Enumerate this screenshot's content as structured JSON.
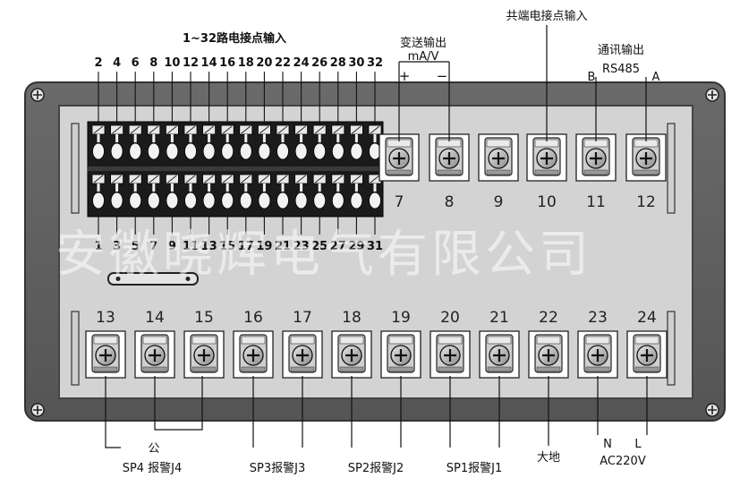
{
  "headers": {
    "dry_contact_input": "1~32路电接点输入",
    "common_contact": "共端电接点输入",
    "transmit_output": "变送输出",
    "transmit_unit": "mA/V",
    "transmit_plus": "+",
    "transmit_minus": "−",
    "comm_output": "通讯输出",
    "rs485": "RS485",
    "rs485_b": "B",
    "rs485_a": "A"
  },
  "even_terminals": [
    "2",
    "4",
    "6",
    "8",
    "10",
    "12",
    "14",
    "16",
    "18",
    "20",
    "22",
    "24",
    "26",
    "28",
    "30",
    "32"
  ],
  "odd_terminals": [
    "1",
    "3",
    "5",
    "7",
    "9",
    "11",
    "13",
    "15",
    "17",
    "19",
    "21",
    "23",
    "25",
    "27",
    "29",
    "31"
  ],
  "upper_terminals": [
    "7",
    "8",
    "9",
    "10",
    "11",
    "12"
  ],
  "lower_terminals": [
    "13",
    "14",
    "15",
    "16",
    "17",
    "18",
    "19",
    "20",
    "21",
    "22",
    "23",
    "24"
  ],
  "watermark": "安徽晓辉电气有限公司",
  "bottom_labels": {
    "common": "公",
    "sp4": "SP4 报警J4",
    "sp3": "SP3报警J3",
    "sp2": "SP2报警J2",
    "sp1": "SP1报警J1",
    "ground": "大地",
    "n": "N",
    "l": "L",
    "ac": "AC220V"
  },
  "colors": {
    "panel_dark": "#5e5e5e",
    "panel_light": "#d6d6d6",
    "block_black": "#1b1b1b"
  }
}
